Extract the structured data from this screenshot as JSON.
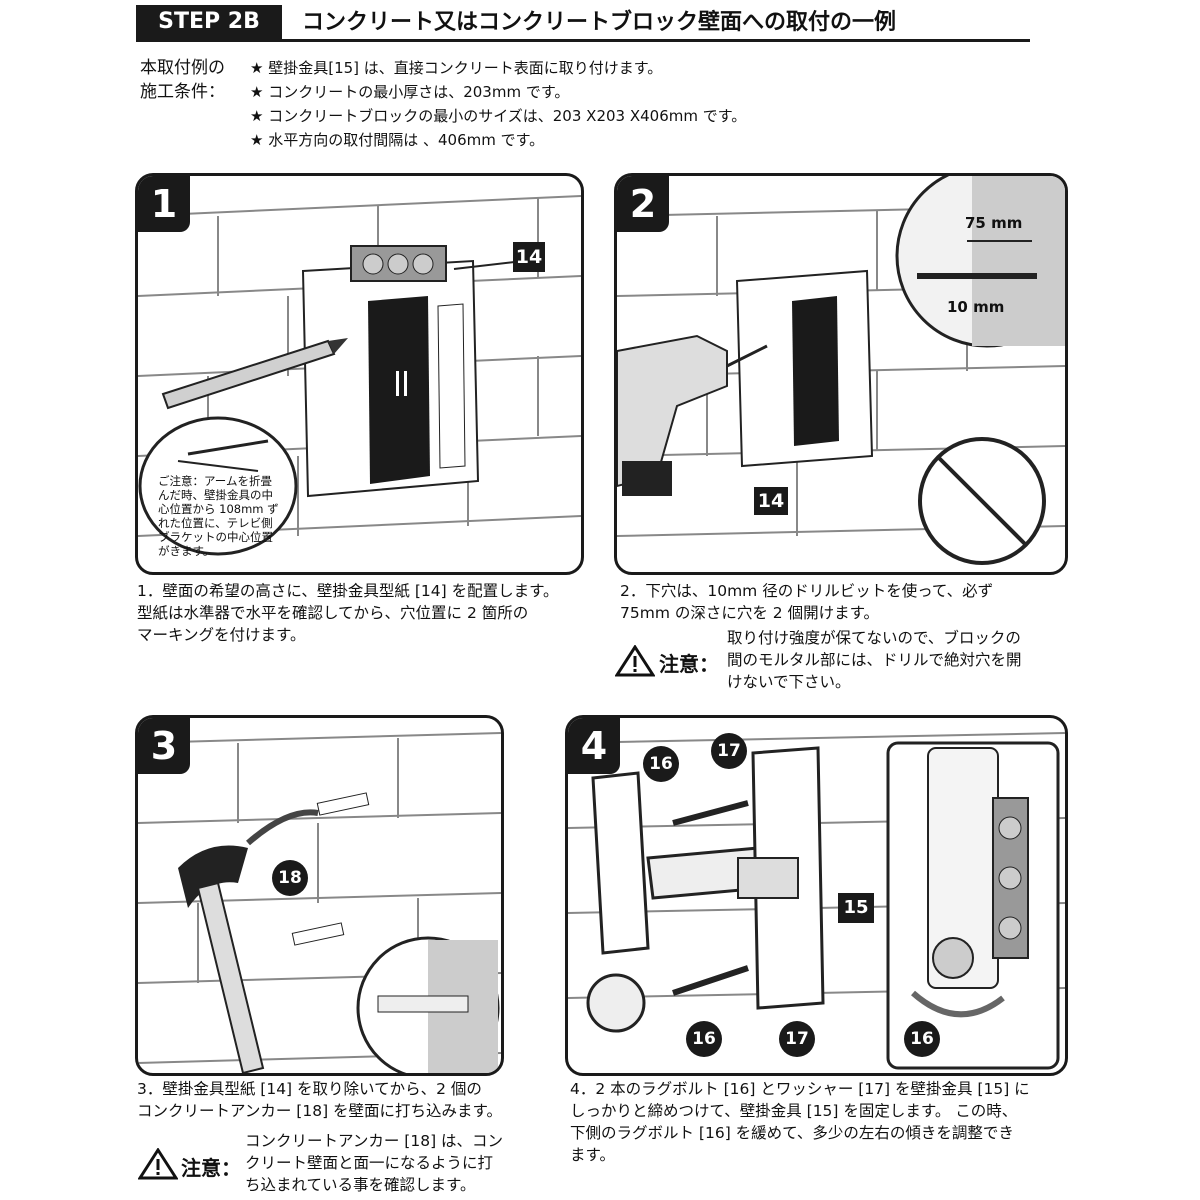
{
  "header": {
    "step": "STEP 2B",
    "title": "コンクリート又はコンクリートブロック壁面への取付の一例"
  },
  "conditions": {
    "label_line1": "本取付例の",
    "label_line2": "施工条件：",
    "items": [
      "★ 壁掛金具[15] は、直接コンクリート表面に取り付けます。",
      "★ コンクリートの最小厚さは、203mm です。",
      "★ コンクリートブロックの最小のサイズは、203 X203 X406mm です。",
      "★ 水平方向の取付間隔は 、406mm です。"
    ]
  },
  "steps": [
    {
      "number": "1",
      "part_label": "14",
      "callout": [
        "ご注意：アームを折畳",
        "んだ時、壁掛金具の中",
        "心位置から 108mm ず",
        "れた位置に、テレビ側",
        "ブラケットの中心位置",
        "がきます。"
      ],
      "caption": [
        "1．壁面の希望の高さに、壁掛金具型紙 [14] を配置します。",
        "型紙は水準器で水平を確認してから、穴位置に 2 箇所の",
        "マーキングを付けます。"
      ]
    },
    {
      "number": "2",
      "part_label": "14",
      "depth_label": "75 mm",
      "bit_label": "10 mm",
      "caption": [
        "2．下穴は、10mm 径のドリルビットを使って、必ず",
        "75mm の深さに穴を 2 個開けます。"
      ],
      "warning_label": "注意：",
      "warning": [
        "取り付け強度が保てないので、ブロックの",
        "間のモルタル部には、ドリルで絶対穴を開",
        "けないで下さい。"
      ]
    },
    {
      "number": "3",
      "part_label": "18",
      "caption": [
        "3．壁掛金具型紙 [14] を取り除いてから、2 個の",
        "コンクリートアンカー [18] を壁面に打ち込みます。"
      ],
      "warning_label": "注意：",
      "warning": [
        "コンクリートアンカー [18] は、コン",
        "クリート壁面と面一になるように打",
        "ち込まれている事を確認します。"
      ]
    },
    {
      "number": "4",
      "labels": {
        "bolt": "16",
        "washer": "17",
        "mount": "15"
      },
      "caption": [
        "4．2 本のラグボルト [16] とワッシャー [17] を壁掛金具 [15] に",
        "しっかりと締めつけて、壁掛金具 [15] を固定します。 この時、",
        "下側のラグボルト [16] を緩めて、多少の左右の傾きを調整でき",
        "ます。"
      ]
    }
  ]
}
